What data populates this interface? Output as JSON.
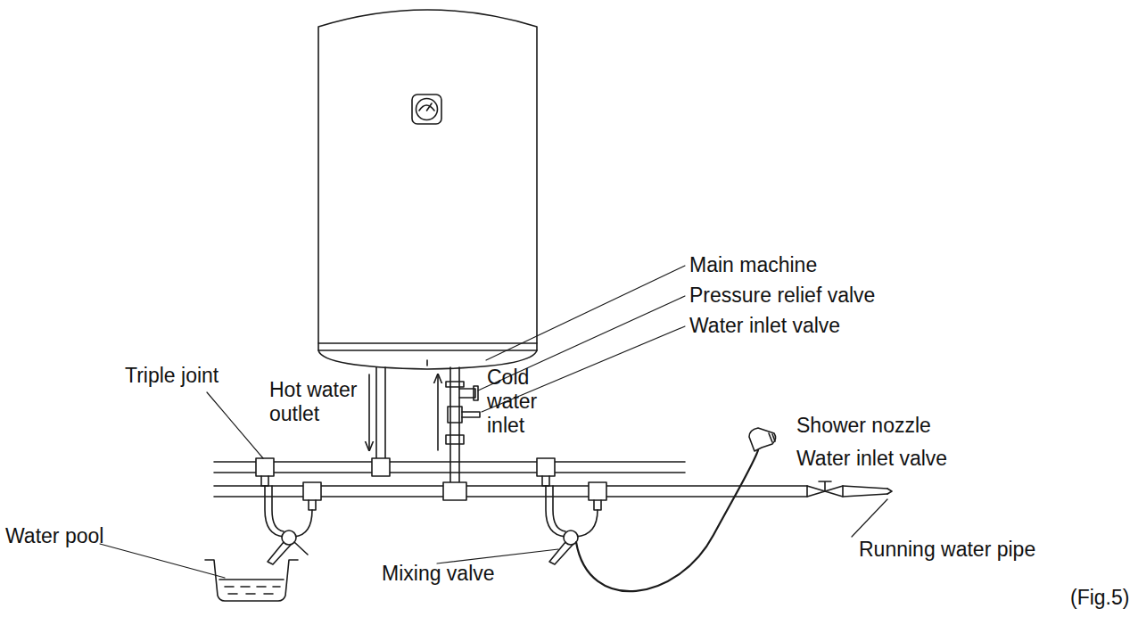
{
  "diagram": {
    "caption": "(Fig.5)",
    "labels": [
      "Main machine",
      "Pressure relief valve",
      "Water inlet valve",
      "Triple joint",
      "Hot water outlet",
      "Cold water inlet",
      "Shower nozzle",
      "Water inlet valve",
      "Running water pipe",
      "Water pool",
      "Mixing valve"
    ]
  }
}
